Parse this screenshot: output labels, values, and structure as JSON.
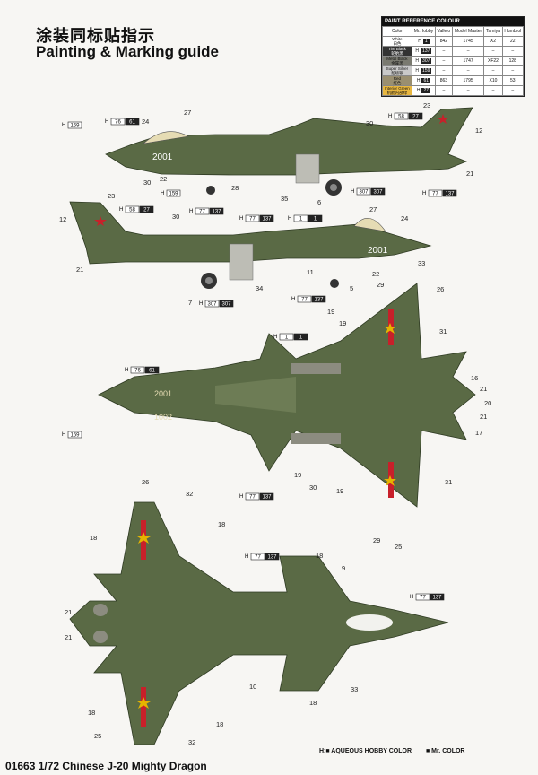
{
  "title_cn": "涂装同标贴指示",
  "title_en": "Painting & Marking guide",
  "reference_table": {
    "heading": "PAINT REFERENCE COLOUR",
    "columns": [
      "Color",
      "Mr.Hobby",
      "Vallejo",
      "Model Master",
      "Tamiya",
      "Humbrol"
    ],
    "rows": [
      {
        "color_name": "White",
        "color_sub": "白色",
        "code": "1",
        "vallejo": "842",
        "model_master": "1745",
        "tamiya": "X2",
        "humbrol": "22",
        "swatch": "#ffffff"
      },
      {
        "color_name": "Tire Black",
        "color_sub": "轮胎黑",
        "code": "137",
        "vallejo": "–",
        "model_master": "–",
        "tamiya": "–",
        "humbrol": "–",
        "swatch": "#333333"
      },
      {
        "color_name": "Metal Black",
        "color_sub": "金属黑",
        "code": "307",
        "vallejo": "–",
        "model_master": "1747",
        "tamiya": "XF22",
        "humbrol": "128",
        "swatch": "#7a7a70"
      },
      {
        "color_name": "Super Silver",
        "color_sub": "超级银",
        "code": "159",
        "vallejo": "–",
        "model_master": "–",
        "tamiya": "–",
        "humbrol": "–",
        "swatch": "#c9c9c9"
      },
      {
        "color_name": "Red",
        "color_sub": "红色",
        "code": "61",
        "vallejo": "863",
        "model_master": "1795",
        "tamiya": "X10",
        "humbrol": "53",
        "swatch": "#9a8f70"
      },
      {
        "color_name": "Interior Green",
        "color_sub": "机舱内部绿",
        "code": "27",
        "vallejo": "–",
        "model_master": "–",
        "tamiya": "–",
        "humbrol": "–",
        "swatch": "#e8b740"
      }
    ]
  },
  "callouts": {
    "H_prefix": "H",
    "c159": "159",
    "c76": "76",
    "c61": "61",
    "c58": "58",
    "c27": "27",
    "c77": "77",
    "c137": "137",
    "c1": "1",
    "c307": "307"
  },
  "numbers": {
    "n24": "24",
    "n27": "27",
    "n30": "30",
    "n23": "23",
    "n12": "12",
    "n22": "22",
    "n28": "28",
    "n35": "35",
    "n6": "6",
    "n21": "21",
    "n11": "11",
    "n33": "33",
    "n34": "34",
    "n7": "7",
    "n5": "5",
    "n29": "29",
    "n26": "26",
    "n19": "19",
    "n31": "31",
    "n16": "16",
    "n20": "20",
    "n17": "17",
    "n25": "25",
    "n32": "32",
    "n18": "18",
    "n9": "9",
    "n10": "10"
  },
  "aircraft_codes": {
    "serial": "2001",
    "serial_mirror": "1002"
  },
  "legend": {
    "aqueous": "H:■ AQUEOUS HOBBY COLOR",
    "mr": "■ Mr. COLOR"
  },
  "footer": "01663 1/72 Chinese J-20 Mighty Dragon",
  "colors": {
    "body": "#5a6a45",
    "body_light": "#6d7c55",
    "canopy": "#e6dcb4",
    "red": "#c8202a",
    "gold": "#e6b400"
  }
}
